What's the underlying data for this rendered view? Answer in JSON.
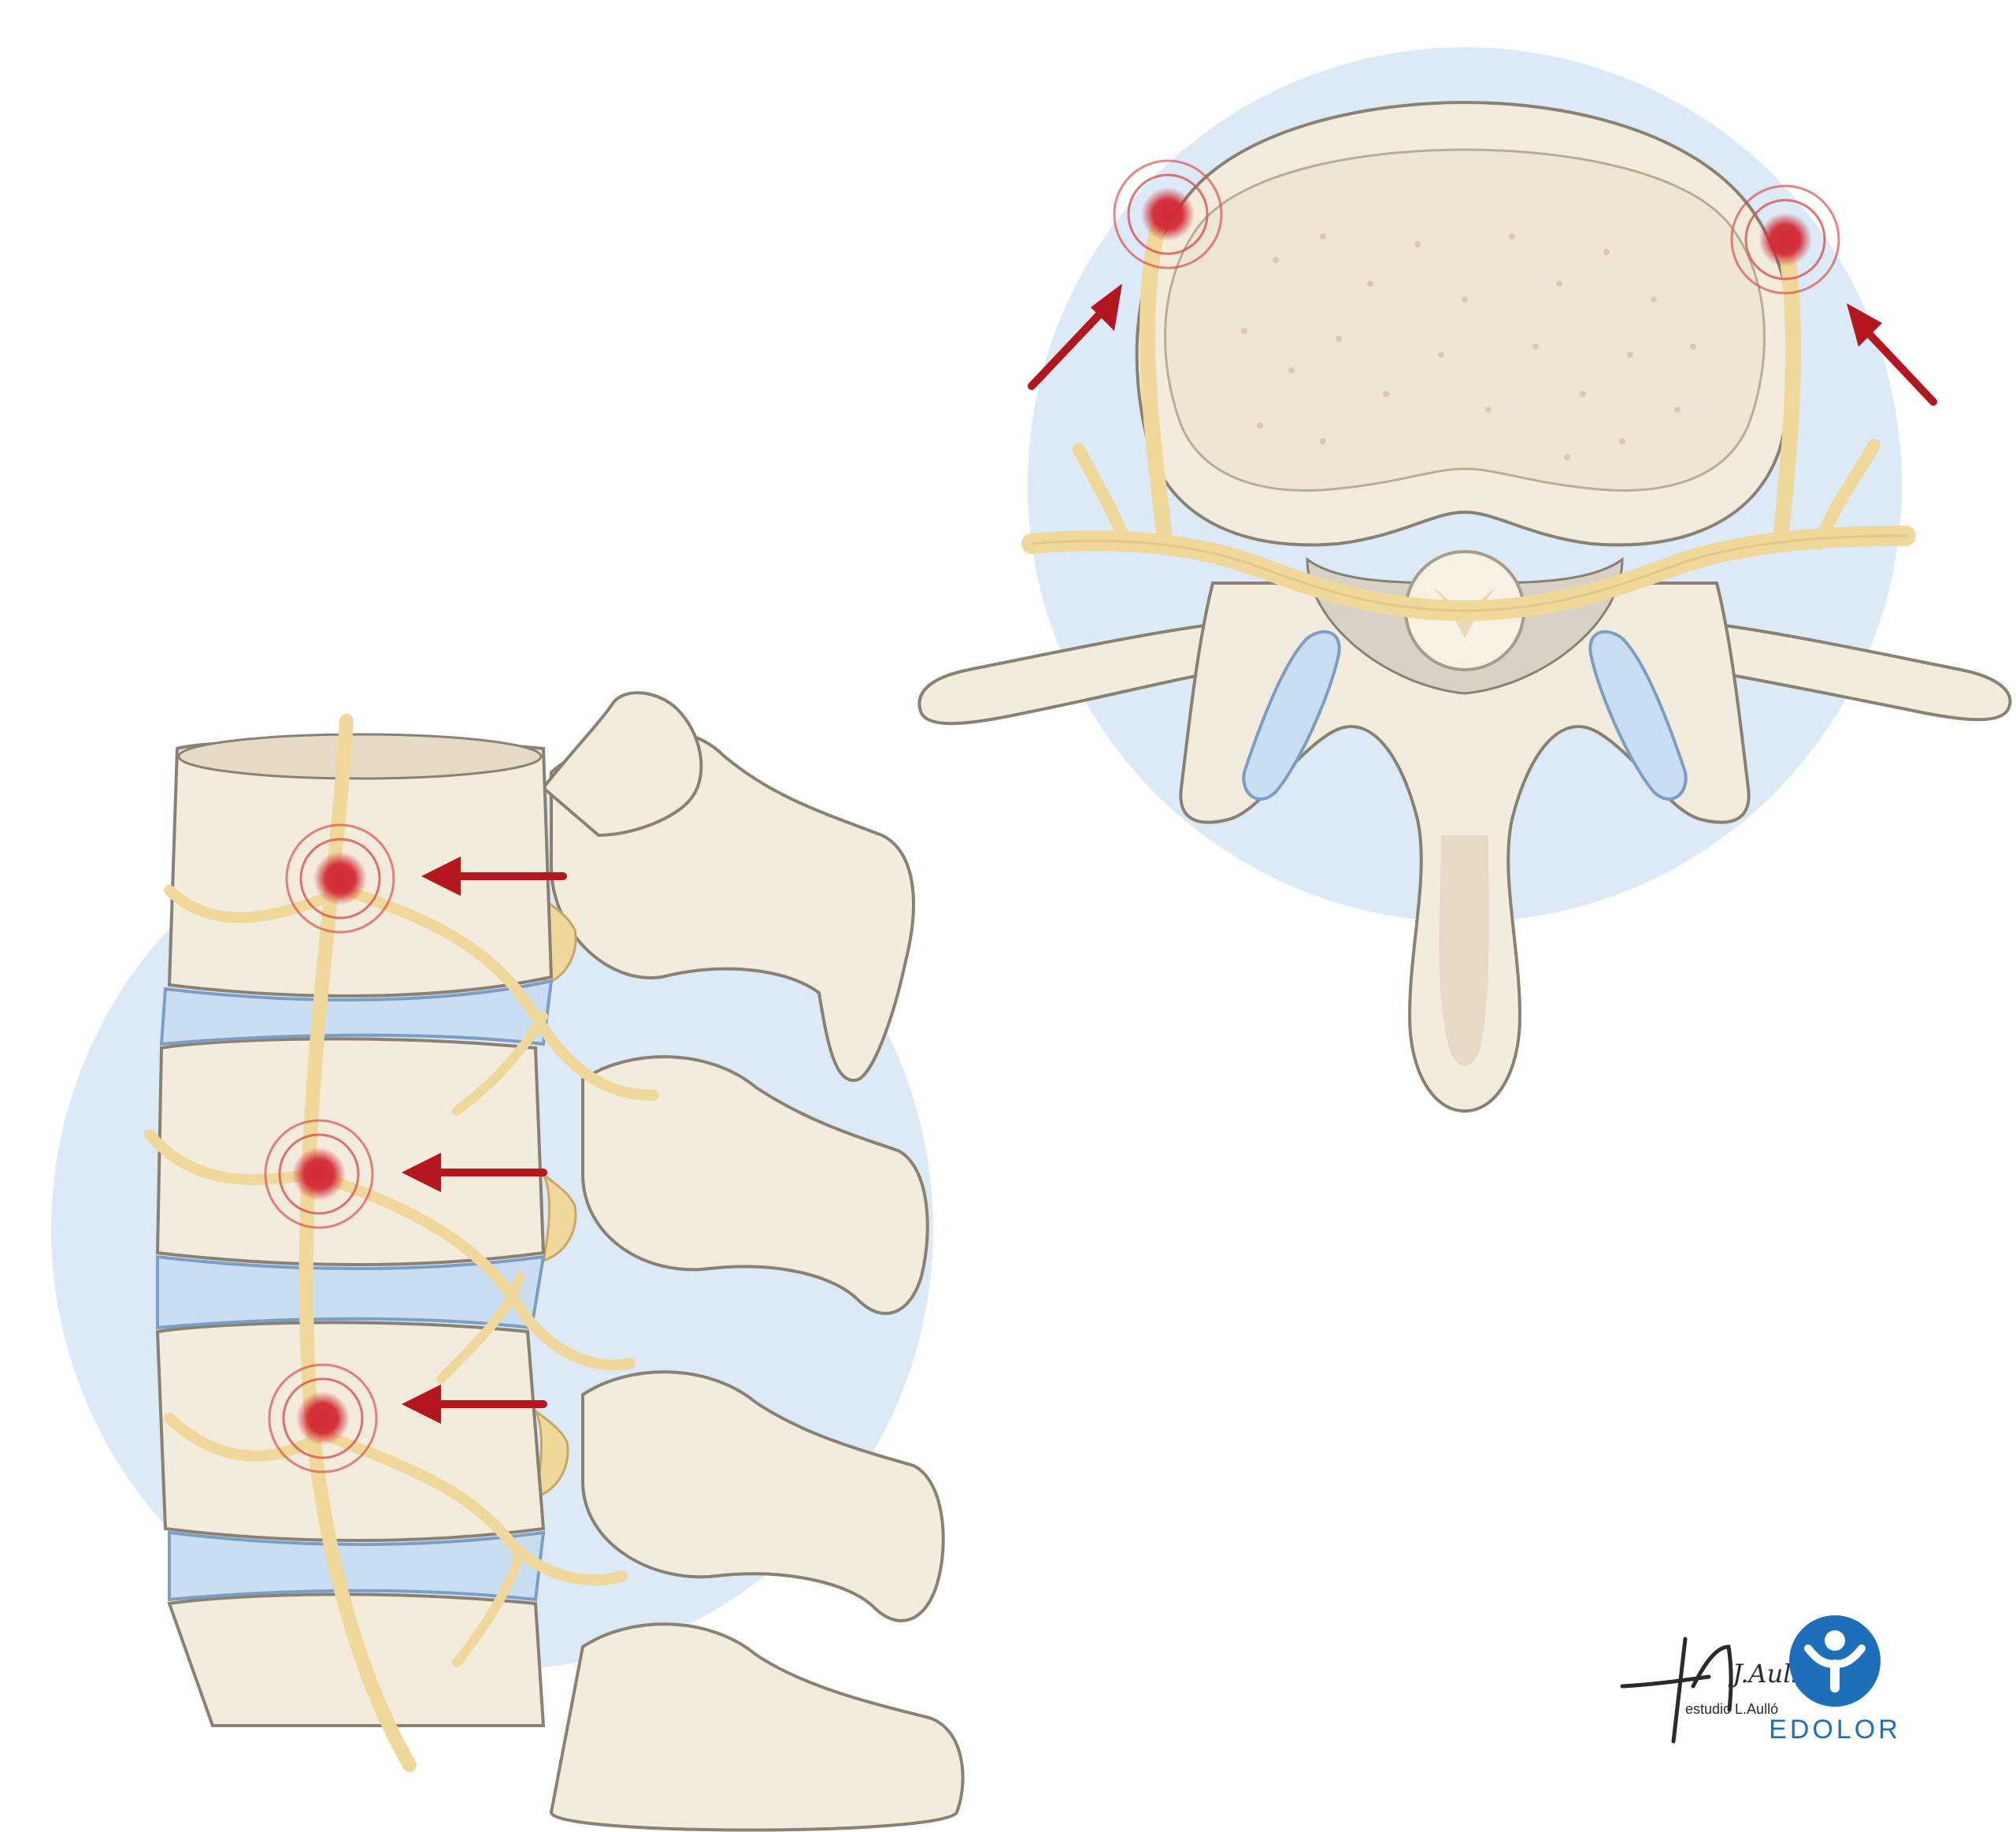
{
  "colors": {
    "background": "#ffffff",
    "halo": "#dce9f7",
    "bone": "#f3ebdc",
    "bone_shade": "#e6dac6",
    "bone_outline": "#8a8175",
    "nerve": "#f0d79a",
    "nerve_outline": "#c8a864",
    "disc": "#c9ddf3",
    "disc_outline": "#7d9ec4",
    "pain_red": "#d22a34",
    "pain_ring": "#d9534f",
    "arrow": "#b3161d",
    "brand_blue": "#1c6fb8",
    "signature": "#2a2a2a"
  },
  "views": [
    {
      "id": "axial",
      "name": "vertebra-axial-view",
      "pain_points": 2,
      "arrows": 2
    },
    {
      "id": "lateral",
      "name": "spine-lateral-view",
      "pain_points": 3,
      "arrows": 3
    }
  ],
  "credits": {
    "signature": "J.Aulló",
    "studio": "estudio L.Aulló",
    "brand": "EDOLOR",
    "brand_icon": "person-icon"
  }
}
